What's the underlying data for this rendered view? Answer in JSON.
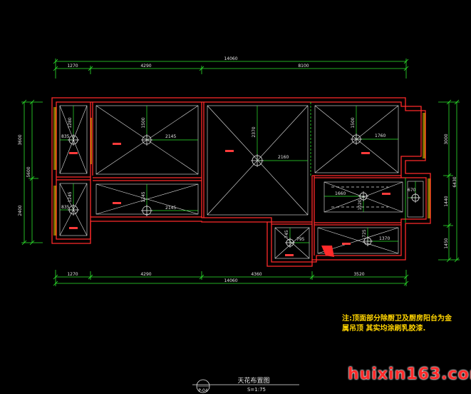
{
  "colors": {
    "background": "#000000",
    "wall": "#ff2a2a",
    "dimension": "#2ee82e",
    "fixture": "#e6e6e6",
    "text": "#e6e6e6",
    "note": "#ffd400",
    "window": "#ffd400"
  },
  "top_dims": {
    "total": "14060",
    "segments": [
      "1270",
      "4290",
      "8100"
    ]
  },
  "bottom_dims": {
    "total": "14060",
    "segments": [
      "1270",
      "4290",
      "4360",
      "3520"
    ]
  },
  "left_dims": {
    "total": "5600",
    "segments": [
      "3600",
      "2400"
    ]
  },
  "right_dims": {
    "total": "6430",
    "segments": [
      "3000",
      "1440",
      "1450"
    ]
  },
  "room_labels": {
    "r1_w": "835",
    "r1_h": "1280",
    "r2_h": "1500",
    "r2_w": "2145",
    "r3_h": "2370",
    "r3_w": "2160",
    "r4_h": "1500",
    "r4_w": "1760",
    "r5_w": "835",
    "r5_h": "1245",
    "r6_h": "1245",
    "r6_w": "2145",
    "r7_w": "1660",
    "r7_h": "1020",
    "r8_w": "670",
    "r9_h": "745",
    "r9_w": "795",
    "r10_h": "725",
    "r10_w": "1370"
  },
  "note": {
    "line1": "注:顶面部分除厨卫及厨房阳台为金",
    "line2": "属吊顶 其实均涂刷乳胶漆."
  },
  "title": {
    "badge": "P-04",
    "name": "天花布置图",
    "scale": "S=1:75"
  },
  "watermark": "huixin163.com"
}
